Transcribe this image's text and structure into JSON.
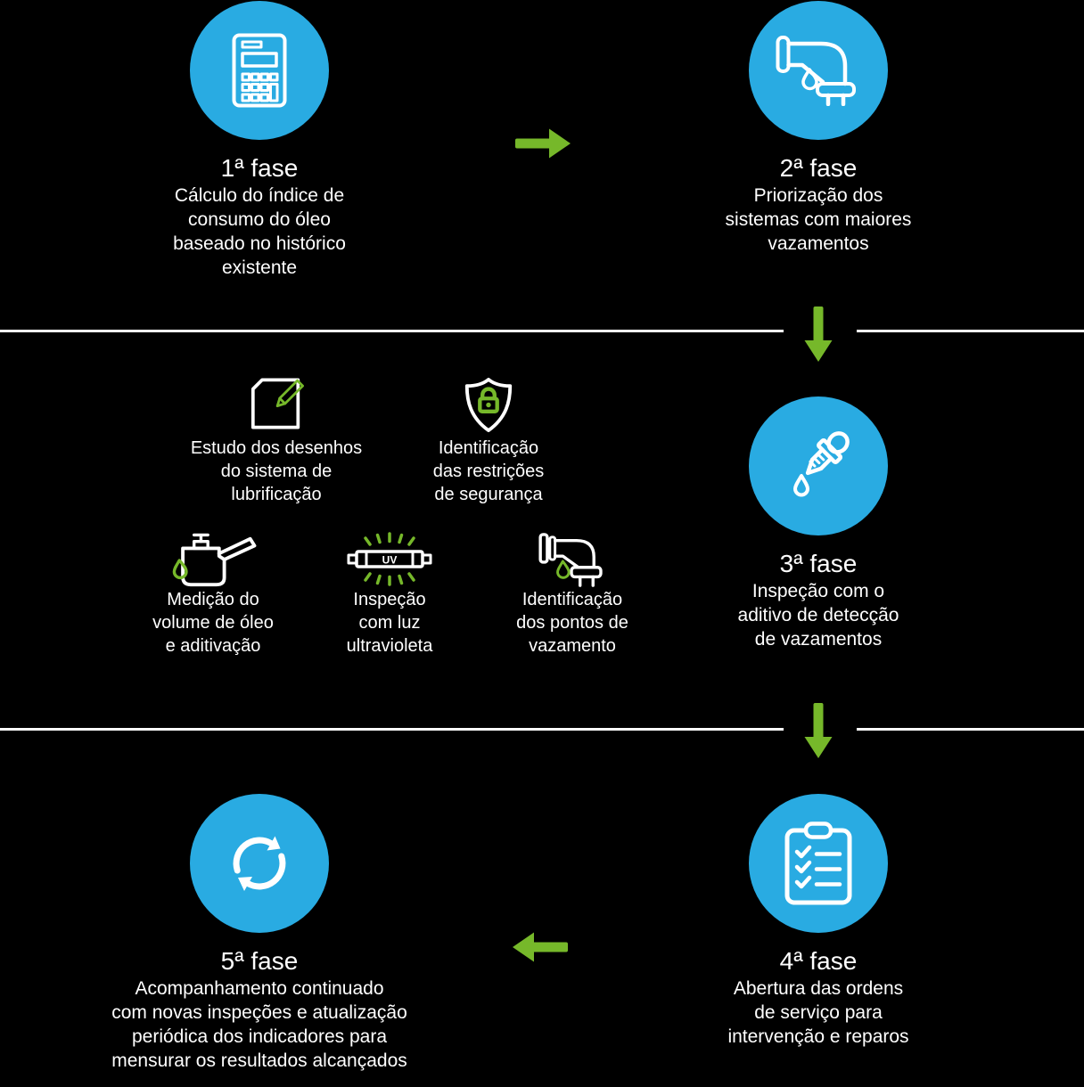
{
  "colors": {
    "background": "#000000",
    "circle_blue": "#29abe2",
    "accent_green": "#76b82a",
    "text": "#ffffff",
    "divider": "#ffffff"
  },
  "phases": [
    {
      "title": "1ª fase",
      "icon": "calculator-icon",
      "lines": [
        "Cálculo do índice de",
        "consumo do óleo",
        "baseado no histórico",
        "existente"
      ]
    },
    {
      "title": "2ª fase",
      "icon": "leaking-pipe-icon",
      "lines": [
        "Priorização dos",
        "sistemas com maiores",
        "vazamentos"
      ]
    },
    {
      "title": "3ª fase",
      "icon": "eyedropper-icon",
      "lines": [
        "Inspeção com o",
        "aditivo de detecção",
        "de vazamentos"
      ]
    },
    {
      "title": "4ª fase",
      "icon": "clipboard-checklist-icon",
      "lines": [
        "Abertura das ordens",
        "de serviço para",
        "intervenção e reparos"
      ]
    },
    {
      "title": "5ª fase",
      "icon": "refresh-cycle-icon",
      "lines": [
        "Acompanhamento continuado",
        "com novas inspeções e atualização",
        "periódica dos indicadores para",
        "mensurar os resultados alcançados"
      ]
    }
  ],
  "sub_steps": [
    {
      "icon": "document-pencil-icon",
      "lines": [
        "Estudo dos desenhos",
        "do sistema de",
        "lubrificação"
      ]
    },
    {
      "icon": "shield-lock-icon",
      "lines": [
        "Identificação",
        "das restrições",
        "de segurança"
      ]
    },
    {
      "icon": "oil-can-icon",
      "lines": [
        "Medição do",
        "volume de óleo",
        "e aditivação"
      ]
    },
    {
      "icon": "uv-lamp-icon",
      "icon_label": "UV",
      "lines": [
        "Inspeção",
        "com luz",
        "ultravioleta"
      ]
    },
    {
      "icon": "pipe-drop-icon",
      "lines": [
        "Identificação",
        "dos pontos de",
        "vazamento"
      ]
    }
  ],
  "flow_arrows": [
    "right",
    "down",
    "down",
    "left"
  ]
}
